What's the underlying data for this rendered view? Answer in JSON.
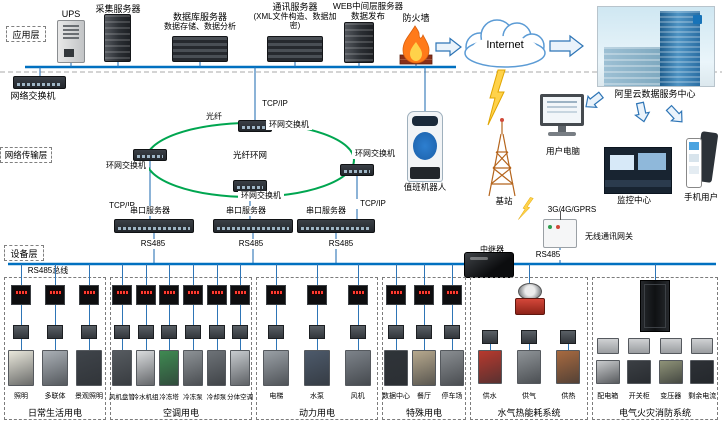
{
  "layers": {
    "application": "应用层",
    "transmission": "网络传输层",
    "device": "设备层"
  },
  "colors": {
    "bus": "#0070c0",
    "fiber_ring": "#00a650",
    "lightning": "#ffd24a",
    "arrow": "#2e75b6"
  },
  "app_layer": {
    "ups": "UPS",
    "collect_server": "采集服务器",
    "db_server": "数据库服务器",
    "db_server_desc": "数据存储、数据分析",
    "comm_server": "通讯服务器",
    "comm_server_desc": "(XML文件构造、数据加密)",
    "web_server": "WEB中间层服务器",
    "web_server_desc": "数据发布",
    "firewall": "防火墙",
    "internet": "Internet",
    "ali_center": "阿里云数据服务中心",
    "network_switch": "网络交换机"
  },
  "trans_layer": {
    "tcpip_top": "TCP/IP",
    "fiber": "光纤",
    "fiber_ring": "光纤环网",
    "ring_switch_top": "环网交换机",
    "ring_switch_left": "环网交换机",
    "ring_switch_right": "环网交换机",
    "ring_switch_bottom": "环网交换机",
    "duty_robot": "值班机器人",
    "tcpip_left": "TCP/IP",
    "tcpip_right": "TCP/IP",
    "serial_server_1": "串口服务器",
    "serial_server_2": "串口服务器",
    "serial_server_3": "串口服务器",
    "rs485_1": "RS485",
    "rs485_2": "RS485",
    "rs485_3": "RS485",
    "base_station": "基站",
    "user_pc": "用户电脑",
    "monitor_center": "监控中心",
    "phone_user": "手机用户",
    "gprs": "3G/4G/GPRS",
    "repeater": "中继器",
    "wireless_gateway": "无线通讯网关",
    "rs485_right": "RS485"
  },
  "device_layer": {
    "rs485_bus": "RS485总线",
    "groups": [
      {
        "title": "日常生活用电",
        "style": "meters",
        "items": [
          {
            "label": "照明",
            "color": "#e9e7db"
          },
          {
            "label": "多联体",
            "color": "#aab0b6"
          },
          {
            "label": "景观照明",
            "color": "#3f444a"
          }
        ]
      },
      {
        "title": "空调用电",
        "style": "meters",
        "items": [
          {
            "label": "风机盘管",
            "color": "#565b60"
          },
          {
            "label": "冷水机组",
            "color": "#d9dbdd"
          },
          {
            "label": "冷冻塔",
            "color": "#3f8a52"
          },
          {
            "label": "冷冻泵",
            "color": "#8d9296"
          },
          {
            "label": "冷却泵",
            "color": "#6d7277"
          },
          {
            "label": "分体空调",
            "color": "#c7cbcf"
          }
        ]
      },
      {
        "title": "动力用电",
        "style": "meters",
        "items": [
          {
            "label": "电梯",
            "color": "#9aa0a6"
          },
          {
            "label": "水泵",
            "color": "#4d5a6b"
          },
          {
            "label": "风机",
            "color": "#7d838a"
          }
        ]
      },
      {
        "title": "特殊用电",
        "style": "meters",
        "items": [
          {
            "label": "数据中心",
            "color": "#2f3439"
          },
          {
            "label": "餐厅",
            "color": "#b7a98e"
          },
          {
            "label": "停车场",
            "color": "#8a8e92"
          }
        ]
      },
      {
        "title": "水气热能耗系统",
        "style": "flow",
        "items": [
          {
            "label": "供水",
            "color": "#b8392e"
          },
          {
            "label": "供气",
            "color": "#8f9498"
          },
          {
            "label": "供热",
            "color": "#a86a40"
          }
        ]
      },
      {
        "title": "电气火灾消防系统",
        "style": "cabinet",
        "items": [
          {
            "label": "配电箱",
            "color": "#c9cbcd"
          },
          {
            "label": "开关柜",
            "color": "#3b3f44"
          },
          {
            "label": "变压器",
            "color": "#8f9378"
          },
          {
            "label": "剩余电流",
            "color": "#2d3136"
          }
        ]
      }
    ]
  }
}
